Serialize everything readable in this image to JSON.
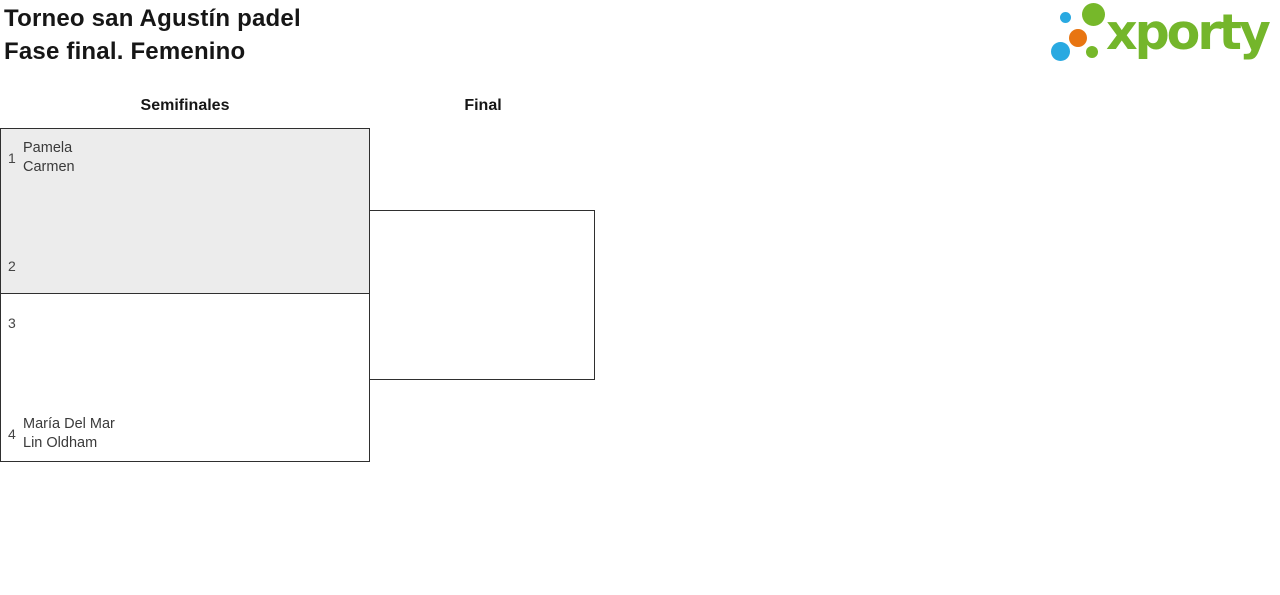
{
  "page": {
    "title_line1": "Torneo san Agustín padel",
    "title_line2": "Fase final. Femenino"
  },
  "logo": {
    "wordmark": "xporty",
    "green": "#76b82a",
    "blue": "#29a9e1",
    "orange": "#e87511"
  },
  "bracket": {
    "round_headers": [
      {
        "label": "Semifinales"
      },
      {
        "label": "Final"
      }
    ],
    "semifinal_1": {
      "top": {
        "seed": "1",
        "line1": "Pamela",
        "line2": "Carmen"
      },
      "bottom": {
        "seed": "2",
        "line1": "",
        "line2": ""
      }
    },
    "semifinal_2": {
      "top": {
        "seed": "3",
        "line1": "",
        "line2": ""
      },
      "bottom": {
        "seed": "4",
        "line1": "María Del Mar",
        "line2": "Lin Oldham"
      }
    }
  },
  "colors": {
    "highlight_match_bg": "#ececec",
    "match_border": "#2f2f2f",
    "text": "#3a3a3a"
  }
}
